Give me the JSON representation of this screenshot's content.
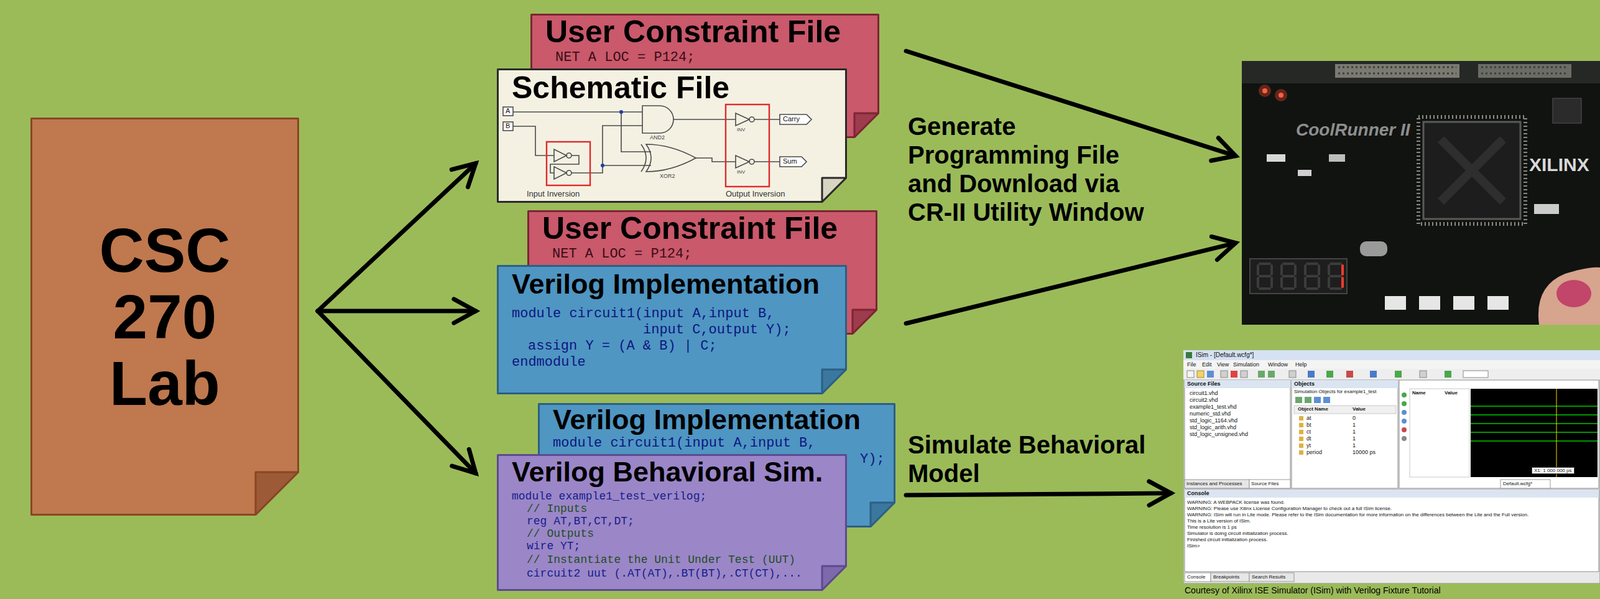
{
  "diagram": {
    "caption": "Courtesy of Xilinx ISE Simulator (ISim) with Verilog Fixture Tutorial",
    "nodes": [
      {
        "text": [
          "CSC 270 Lab"
        ]
      },
      {
        "text": [
          "User Constraint File",
          "NET A LOC = P124;"
        ]
      },
      {
        "text": [
          "Schematic File",
          "A",
          "B",
          "AND2",
          "XOR2",
          "INV",
          "INV",
          "Carry",
          "Sum",
          "Input Inversion",
          "Output Inversion"
        ]
      },
      {
        "text": [
          "User Constraint File",
          "NET A LOC = P124;"
        ]
      },
      {
        "text": [
          "Verilog Implementation",
          "module circuit1(input A,input B,",
          "input C,output Y);",
          "assign Y = (A & B) | C;",
          "endmodule"
        ]
      },
      {
        "text": [
          "Verilog Implementation",
          "module circuit1(input A,input B,",
          "Y);"
        ]
      },
      {
        "text": [
          "Verilog Behavioral Sim.",
          "module example1_test_verilog;",
          "// Inputs",
          "reg AT,BT,CT,DT;",
          "// Outputs",
          "wire YT;",
          "// Instantiate the Unit Under Test (UUT)",
          "circuit2 uut (.AT(AT),.BT(BT),.CT(CT),..."
        ]
      },
      {
        "text": [
          "CoolRunner II",
          "XILINX"
        ]
      },
      {
        "text": [
          "ISim - [Default.wcfg*]",
          "File",
          "Edit",
          "View",
          "Simulation",
          "Window",
          "Help",
          "Source Files",
          "circuit1.vhd",
          "circuit2.vhd",
          "example1_test.vhd",
          "numeric_std.vhd",
          "std_logic_1164.vhd",
          "std_logic_arith.vhd",
          "std_logic_unsigned.vhd",
          "Instances and Processes",
          "Source Files",
          "Objects",
          "Simulation Objects for example1_test",
          "Object Name",
          "Value",
          "at",
          "0",
          "bt",
          "1",
          "ct",
          "1",
          "dt",
          "1",
          "yt",
          "1",
          "period",
          "10000 ps",
          "Name",
          "Value",
          "X1: 1 000 000 ps",
          "Default.wcfg*",
          "Console",
          "WARNING: A WEBPACK license was found.",
          "WARNING: Please use Xilinx License Configuration Manager to check out a full ISim license.",
          "WARNING: ISim will run in Lite mode. Please refer to the ISim documentation for more information on the differences between the Lite and the Full version.",
          "This is a Lite version of ISim.",
          "Time resolution is 1 ps",
          "Simulator is doing circuit initialization process.",
          "Finished circuit initialization process.",
          "ISim>",
          "Console",
          "Breakpoints",
          "Search Results"
        ]
      }
    ],
    "edges": [
      {
        "from": 0,
        "to": 2,
        "arrow": "to"
      },
      {
        "from": 0,
        "to": 4,
        "arrow": "to"
      },
      {
        "from": 0,
        "to": 6,
        "arrow": "to"
      },
      {
        "from": 1,
        "to": 7,
        "arrow": "to"
      },
      {
        "from": 3,
        "to": 7,
        "arrow": "to"
      },
      {
        "from": 6,
        "to": 8,
        "arrow": "to",
        "label": "Simulate Behavioral Model"
      }
    ],
    "labels": [
      "Generate Programming File and Download via CR-II Utility Window"
    ]
  }
}
